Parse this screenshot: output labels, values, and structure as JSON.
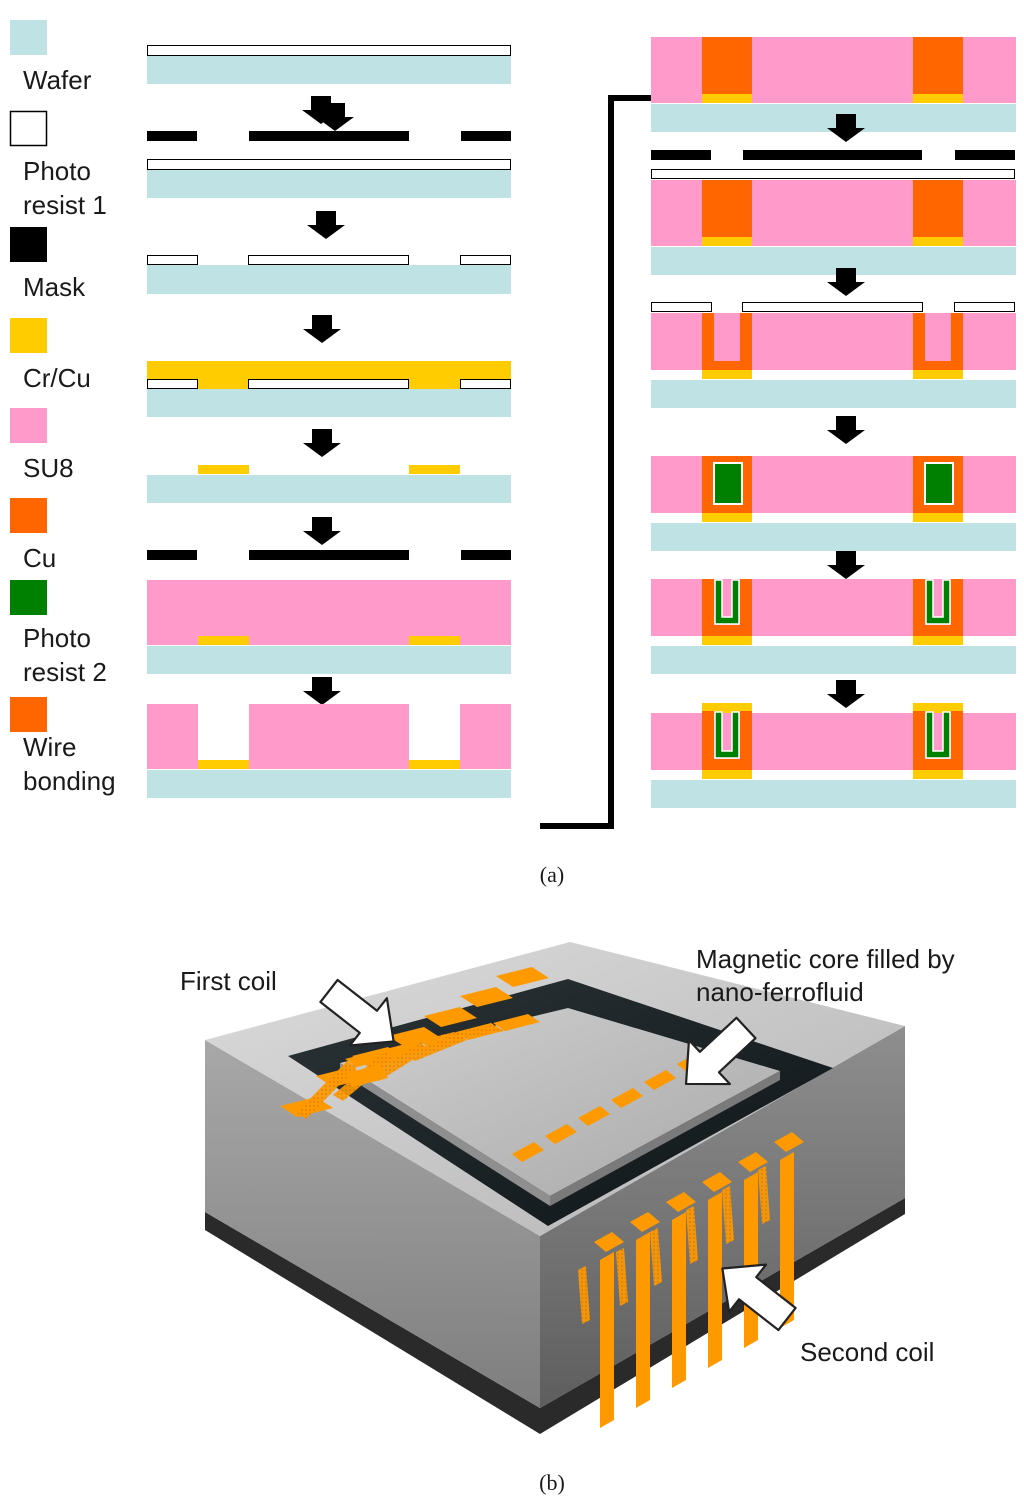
{
  "legend": {
    "wafer": "Wafer",
    "photoresist1_line1": "Photo",
    "photoresist1_line2": "resist 1",
    "mask": "Mask",
    "crcu": "Cr/Cu",
    "su8": "SU8",
    "cu": "Cu",
    "photoresist2_line1": "Photo",
    "photoresist2_line2": "resist 2",
    "wirebonding_line1": "Wire",
    "wirebonding_line2": "bonding"
  },
  "captions": {
    "a": "(a)",
    "b": "(b)"
  },
  "annotations": {
    "first_coil": "First coil",
    "magnetic_core_line1": "Magnetic core filled by",
    "magnetic_core_line2": "nano-ferrofluid",
    "second_coil": "Second coil"
  },
  "colors": {
    "wafer": "#bfe3e4",
    "photoresist1": "#ffffff",
    "mask": "#000000",
    "crcu": "#ffcc00",
    "su8": "#ff9acb",
    "cu": "#ff6600",
    "photoresist2": "#008000",
    "wirebonding": "#ff6600",
    "coil": "#ff9900"
  }
}
